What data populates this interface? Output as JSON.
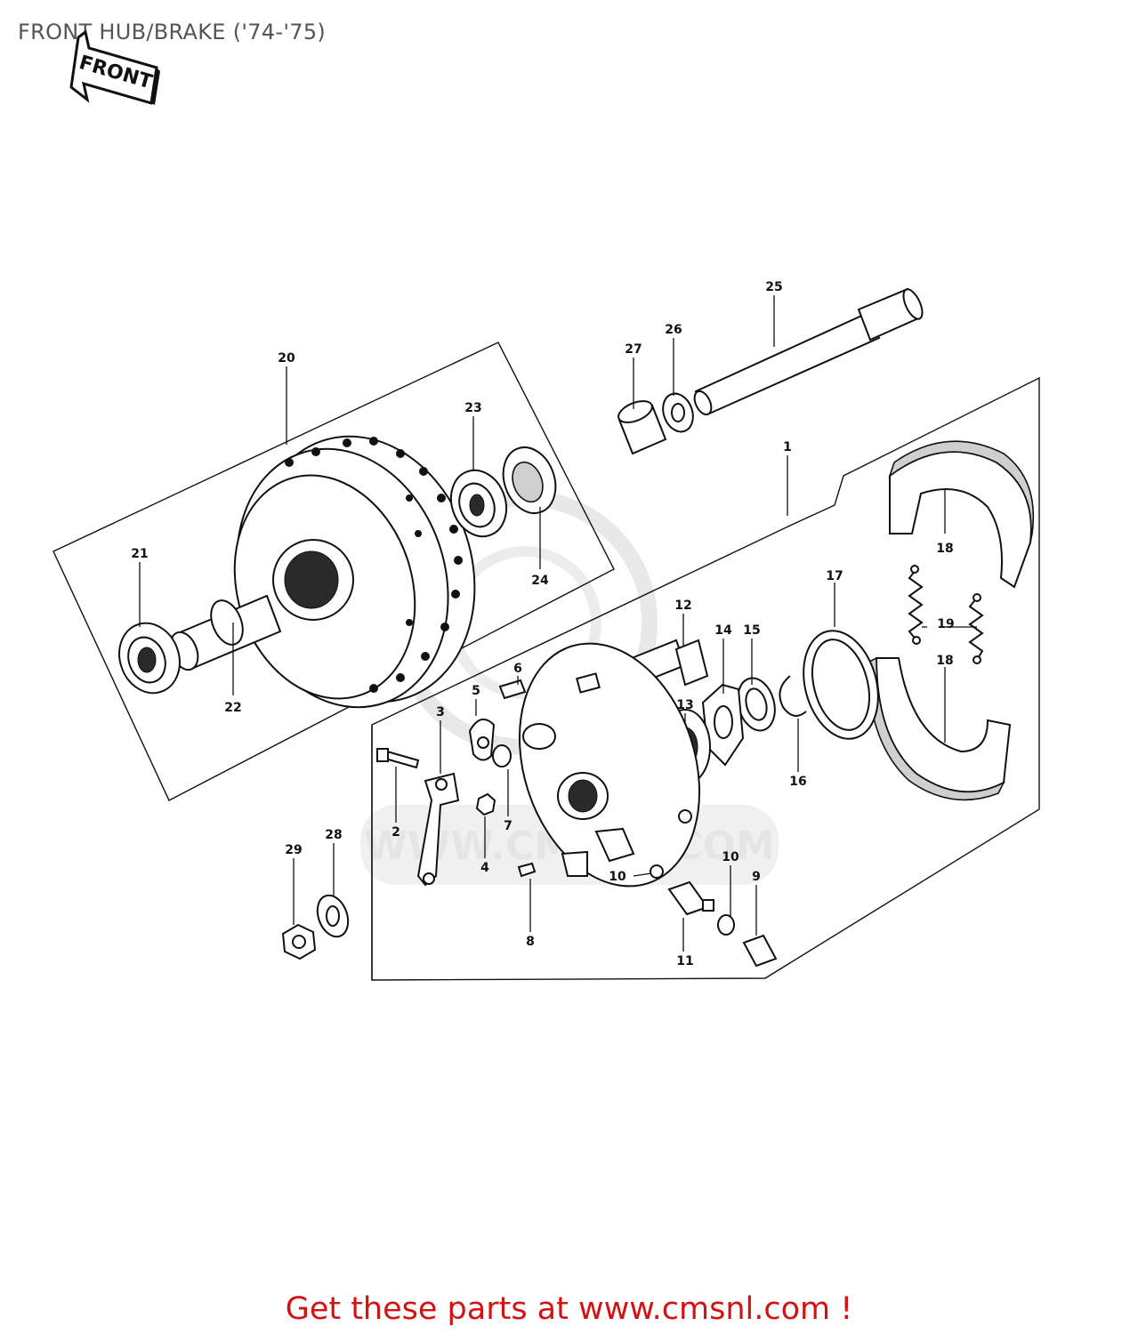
{
  "title": "FRONT HUB/BRAKE ('74-'75)",
  "front_arrow_label": "FRONT",
  "watermark": "WWW.CMSNL.COM",
  "footer_link": "Get these parts at www.cmsnl.com !",
  "callouts": {
    "c1": "1",
    "c2": "2",
    "c3": "3",
    "c4": "4",
    "c5": "5",
    "c6": "6",
    "c7": "7",
    "c8": "8",
    "c9": "9",
    "c10a": "10",
    "c10b": "10",
    "c11": "11",
    "c12": "12",
    "c13": "13",
    "c14": "14",
    "c15": "15",
    "c16": "16",
    "c17": "17",
    "c18a": "18",
    "c18b": "18",
    "c19": "19",
    "c20": "20",
    "c21": "21",
    "c22": "22",
    "c23": "23",
    "c24": "24",
    "c25": "25",
    "c26": "26",
    "c27": "27",
    "c28": "28",
    "c29": "29"
  }
}
